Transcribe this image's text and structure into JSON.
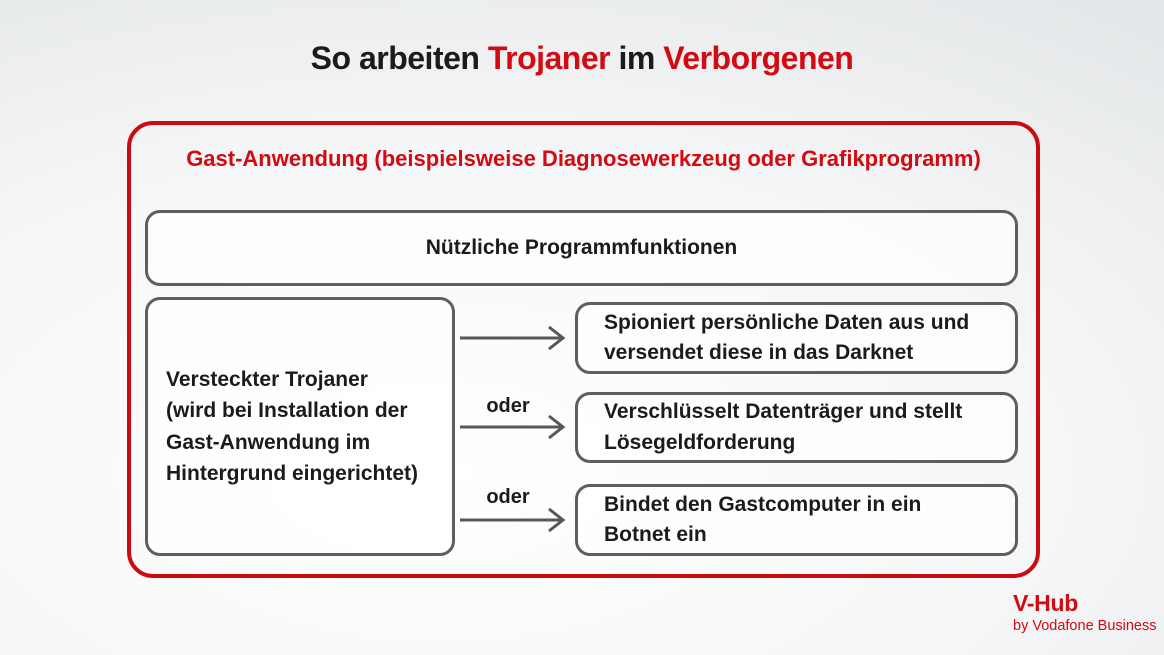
{
  "title": {
    "part1": "So arbeiten ",
    "part2": "Trojaner",
    "part3": " im ",
    "part4": "Verborgenen"
  },
  "diagram": {
    "container_label": "Gast-Anwendung (beispielsweise Diagnosewerkzeug oder Grafikprogramm)",
    "top_box": "Nützliche Programmfunktionen",
    "left_box": "Versteckter Trojaner\n(wird bei Installation der\nGast-Anwendung im\nHintergrund eingerichtet)",
    "connector_label": "oder",
    "outcomes": [
      "Spioniert persönliche Daten aus und\nversendet diese in das Darknet",
      "Verschlüsselt Datenträger und stellt\nLösegeldforderung",
      "Bindet den Gastcomputer in ein\nBotnet ein"
    ]
  },
  "footer": {
    "brand": "V-Hub",
    "brand_sub": "by Vodafone Business"
  },
  "colors": {
    "accent_red": "#d20a11",
    "frame_border_red": "#cb0b10",
    "box_border_gray": "#5e5e5e",
    "arrow_gray": "#575757",
    "text_black": "#1b1b1b"
  }
}
